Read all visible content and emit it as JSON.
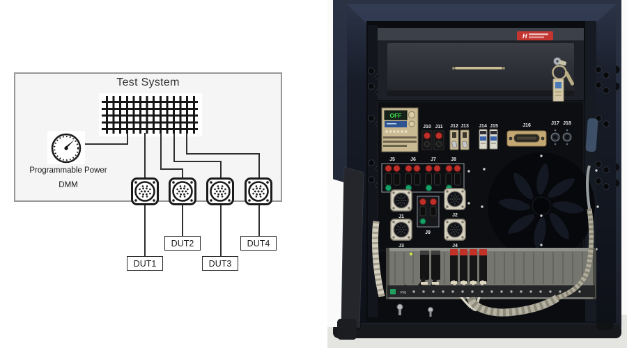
{
  "diagram": {
    "title": "Test System",
    "instrument_label_line1": "Programmable Power",
    "instrument_label_line2": "DMM",
    "dut_labels": [
      "DUT1",
      "DUT2",
      "DUT3",
      "DUT4"
    ]
  },
  "photo": {
    "brand_label_text": "H",
    "psu_display_text": "OFF",
    "chassis_label_text": "PXI",
    "jack_labels": {
      "j1": "J1",
      "j2": "J2",
      "j3": "J3",
      "j4": "J4",
      "j5": "J5",
      "j6": "J6",
      "j7": "J7",
      "j8": "J8",
      "j9": "J9",
      "j10": "J10",
      "j11": "J11",
      "j12": "J12",
      "j13": "J13",
      "j14": "J14",
      "j15": "J15",
      "j16": "J16",
      "j17": "J17",
      "j18": "J18"
    },
    "colors": {
      "brand_red": "#c23531",
      "jack_red": "#c0302a",
      "jack_green": "#17a066",
      "display_green": "#3fe04a",
      "case_navy": "#242b39"
    }
  }
}
